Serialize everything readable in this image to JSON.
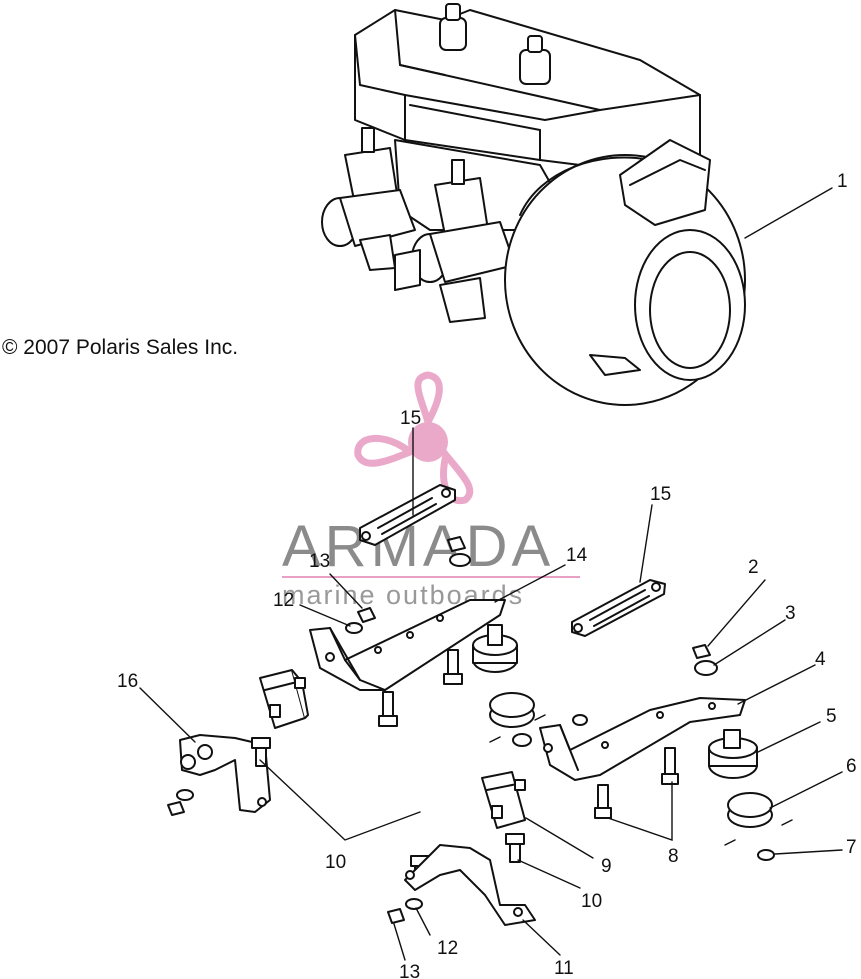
{
  "copyright": "© 2007 Polaris Sales Inc.",
  "watermark": {
    "brand": "ARMADA",
    "tagline": "marine outboards",
    "accent_color": "#e8a0c4"
  },
  "callouts": [
    "1",
    "2",
    "3",
    "4",
    "5",
    "6",
    "7",
    "8",
    "9",
    "10",
    "10",
    "11",
    "12",
    "12",
    "13",
    "13",
    "14",
    "15",
    "15",
    "16"
  ]
}
